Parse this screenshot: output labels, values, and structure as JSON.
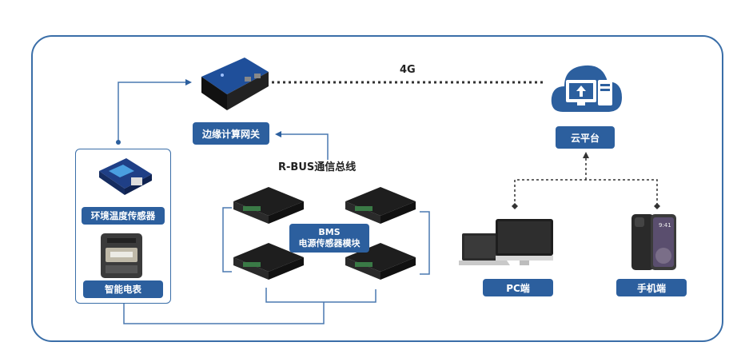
{
  "diagram": {
    "link_label": "4G",
    "bus_label": "R-BUS通信总线",
    "gateway_label": "边缘计算网关",
    "cloud_label": "云平台",
    "temp_sensor_label": "环境温度传感器",
    "meter_label": "智能电表",
    "bms_label_line1": "BMS",
    "bms_label_line2": "电源传感器模块",
    "pc_label": "PC端",
    "phone_label": "手机端"
  },
  "icons": [
    "gateway-icon",
    "cloud-server-icon",
    "temperature-sensor-icon",
    "smart-meter-icon",
    "bms-module-icon",
    "pc-icon",
    "laptop-icon",
    "phone-icon"
  ],
  "colors": {
    "accent": "#2c5f9e",
    "frame": "#3a6ea8",
    "line": "#4a78b0",
    "dotted": "#333333"
  }
}
